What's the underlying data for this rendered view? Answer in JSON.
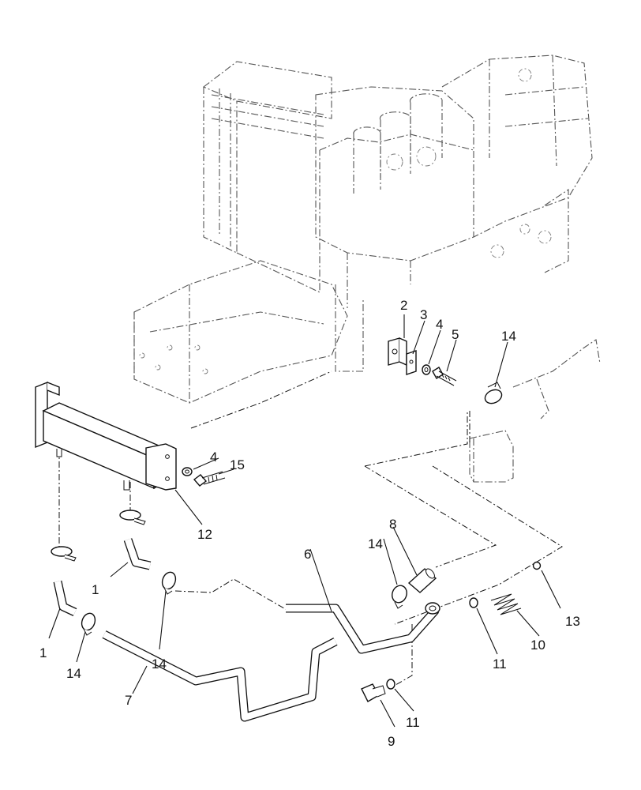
{
  "callouts": [
    {
      "id": "c1a",
      "text": "1"
    },
    {
      "id": "c1b",
      "text": "1"
    },
    {
      "id": "c2",
      "text": "2"
    },
    {
      "id": "c3",
      "text": "3"
    },
    {
      "id": "c4a",
      "text": "4"
    },
    {
      "id": "c4b",
      "text": "4"
    },
    {
      "id": "c5",
      "text": "5"
    },
    {
      "id": "c6",
      "text": "6"
    },
    {
      "id": "c7",
      "text": "7"
    },
    {
      "id": "c8",
      "text": "8"
    },
    {
      "id": "c9",
      "text": "9"
    },
    {
      "id": "c10",
      "text": "10"
    },
    {
      "id": "c11a",
      "text": "11"
    },
    {
      "id": "c11b",
      "text": "11"
    },
    {
      "id": "c12",
      "text": "12"
    },
    {
      "id": "c13",
      "text": "13"
    },
    {
      "id": "c14a",
      "text": "14"
    },
    {
      "id": "c14b",
      "text": "14"
    },
    {
      "id": "c14c",
      "text": "14"
    },
    {
      "id": "c14d",
      "text": "14"
    },
    {
      "id": "c15",
      "text": "15"
    }
  ],
  "colors": {
    "line": "#111111",
    "ghost": "#555555",
    "background": "#ffffff"
  }
}
